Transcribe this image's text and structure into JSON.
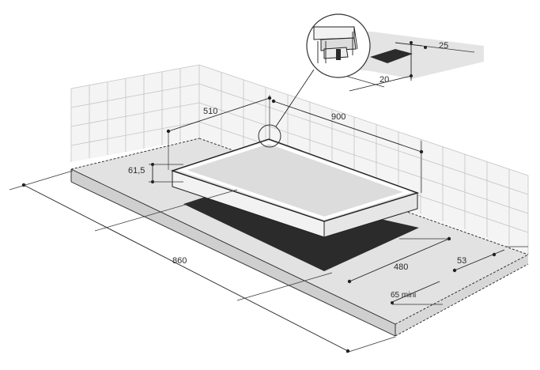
{
  "dimensions": {
    "cutout_depth": "510",
    "cutout_width": "900",
    "thickness": "61,5",
    "counter_depth": "860",
    "hob_depth": "480",
    "rear_gap": "53",
    "front_min": "65 mini",
    "detail_a": "25",
    "detail_b": "20"
  },
  "colors": {
    "wall_tile": "#c4c4c4",
    "wall_fill": "#f4f4f4",
    "counter": "#e2e2e2",
    "counter_edge": "#cfcfcf",
    "glass": "#dcdcdc",
    "hob_frame": "#f2f2f2",
    "shadow": "#2b2b2b",
    "line": "#222222"
  }
}
